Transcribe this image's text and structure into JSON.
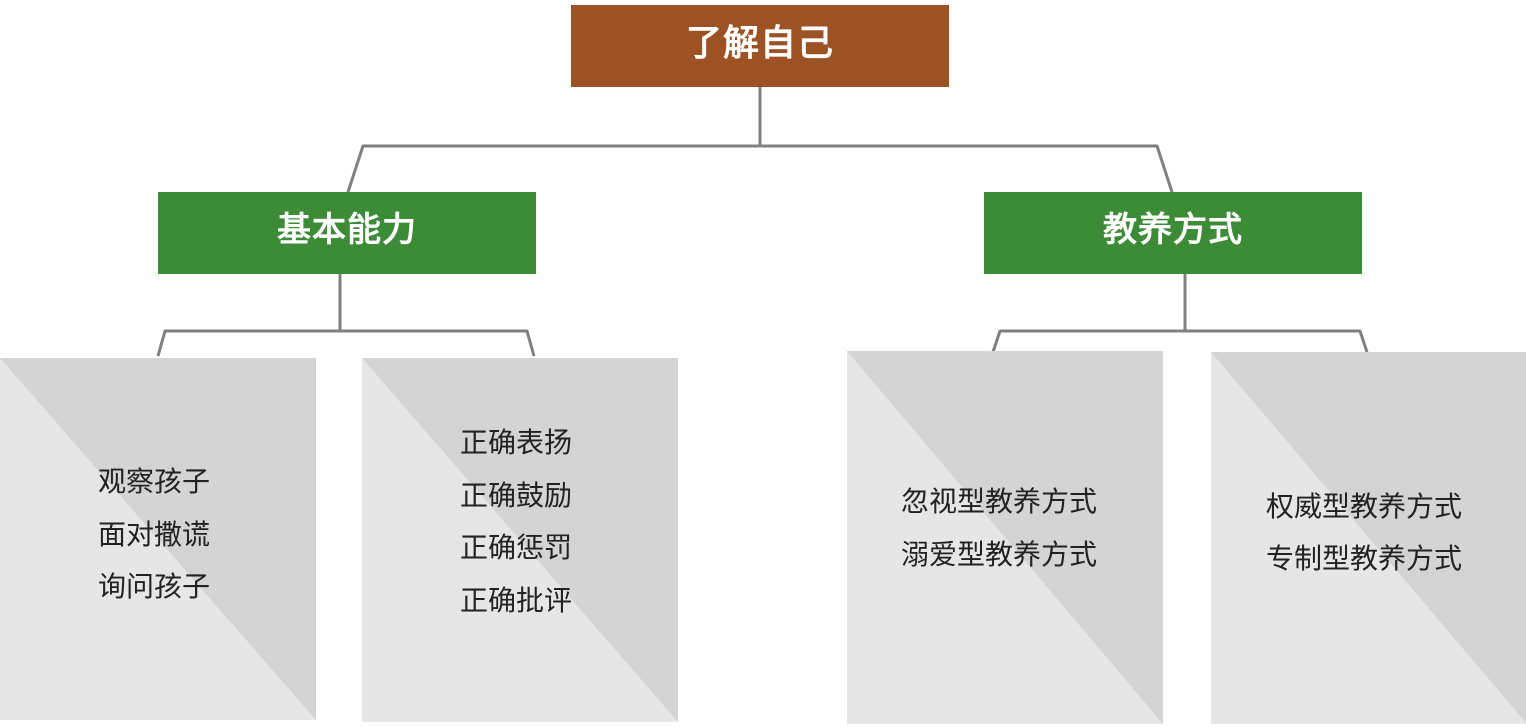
{
  "root": {
    "label": "了解自己"
  },
  "branches": [
    {
      "label": "基本能力",
      "children": [
        {
          "items": [
            "观察孩子",
            "面对撒谎",
            "询问孩子"
          ]
        },
        {
          "items": [
            "正确表扬",
            "正确鼓励",
            "正确惩罚",
            "正确批评"
          ]
        }
      ]
    },
    {
      "label": "教养方式",
      "children": [
        {
          "items": [
            "忽视型教养方式",
            "溺爱型教养方式"
          ]
        },
        {
          "items": [
            "权威型教养方式",
            "专制型教养方式"
          ]
        }
      ]
    }
  ],
  "colors": {
    "root": "#9c5224",
    "branch": "#3c8b36",
    "leaf_light": "#e6e6e6",
    "leaf_dark": "#d4d4d4",
    "connector": "#808080"
  }
}
